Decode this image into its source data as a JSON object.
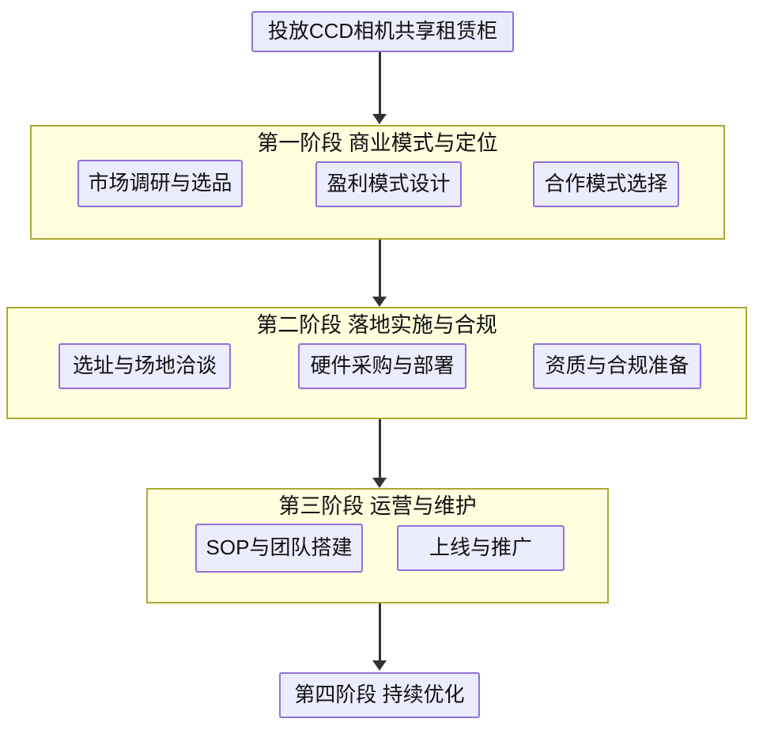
{
  "colors": {
    "node_fill": "#ECECFF",
    "node_border": "#9370DB",
    "stage_fill": "#FFFFDE",
    "stage_border": "#AAAA33",
    "arrow": "#333333",
    "text": "#111111"
  },
  "root_node": {
    "label": "投放CCD相机共享租赁柜"
  },
  "stages": [
    {
      "title": "第一阶段 商业模式与定位",
      "items": [
        "市场调研与选品",
        "盈利模式设计",
        "合作模式选择"
      ]
    },
    {
      "title": "第二阶段 落地实施与合规",
      "items": [
        "选址与场地洽谈",
        "硬件采购与部署",
        "资质与合规准备"
      ]
    },
    {
      "title": "第三阶段 运营与维护",
      "items": [
        "SOP与团队搭建",
        "上线与推广"
      ]
    }
  ],
  "final_node": {
    "label": "第四阶段 持续优化"
  }
}
